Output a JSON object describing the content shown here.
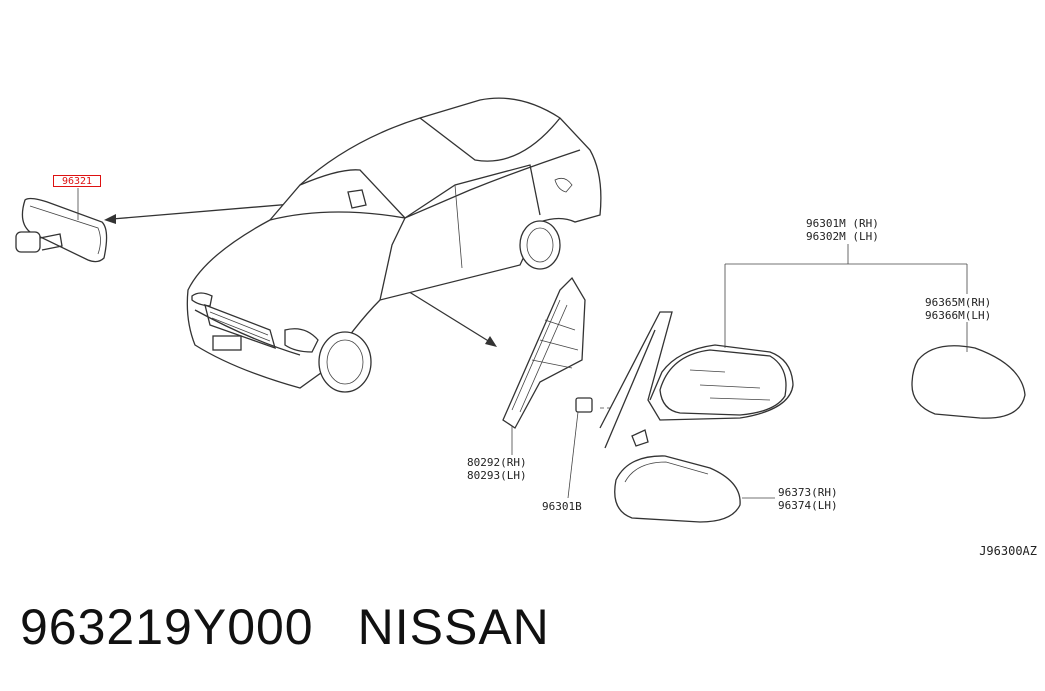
{
  "diagram": {
    "highlighted_part": "96321",
    "labels": {
      "mirror_rh": "96301M (RH)",
      "mirror_lh": "96302M (LH)",
      "glass_rh": "96365M(RH)",
      "glass_lh": "96366M(LH)",
      "cover_rh": "96373(RH)",
      "cover_lh": "96374(LH)",
      "bracket_rh": "80292(RH)",
      "bracket_lh": "80293(LH)",
      "clip": "96301B"
    },
    "diagram_code": "J96300AZ"
  },
  "footer": {
    "part_number": "963219Y000",
    "brand": "NISSAN"
  }
}
